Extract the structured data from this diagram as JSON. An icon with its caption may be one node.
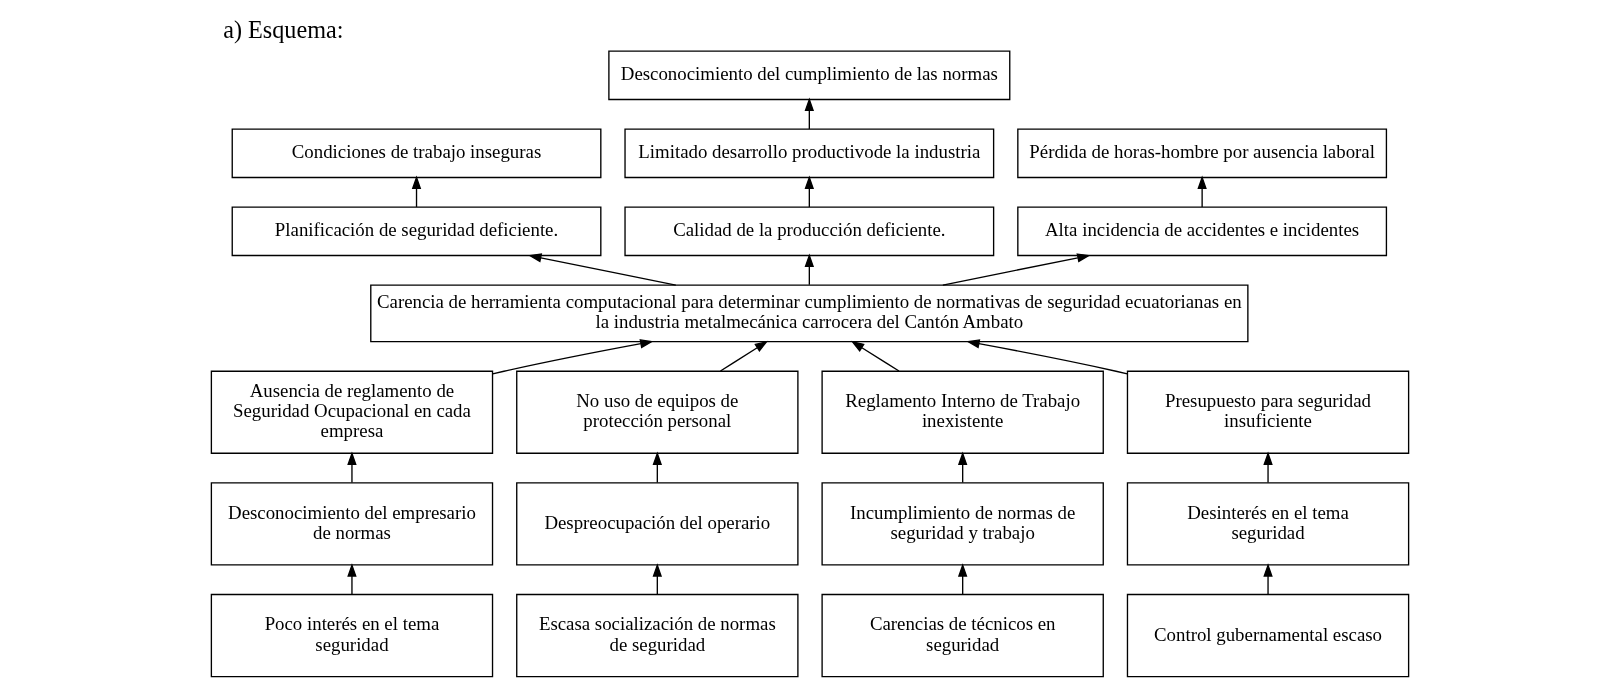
{
  "diagram": {
    "title": "a) Esquema:",
    "nodes": [
      {
        "text": [
          "Desconocimiento del cumplimiento de las normas"
        ]
      },
      {
        "text": [
          "Condiciones de trabajo inseguras"
        ]
      },
      {
        "text": [
          "Limitado desarrollo productivode la industria"
        ]
      },
      {
        "text": [
          "Pérdida de horas-hombre por ausencia laboral"
        ]
      },
      {
        "text": [
          "Planificación de seguridad deficiente."
        ]
      },
      {
        "text": [
          "Calidad de la producción deficiente."
        ]
      },
      {
        "text": [
          "Alta incidencia de accidentes e incidentes"
        ]
      },
      {
        "text": [
          "Carencia de herramienta computacional para determinar cumplimiento de normativas de seguridad ecuatorianas en la industria metalmecánica carrocera del Cantón Ambato"
        ]
      },
      {
        "text": [
          "Ausencia de reglamento de Seguridad Ocupacional en cada empresa"
        ]
      },
      {
        "text": [
          "No uso de equipos de protección personal"
        ]
      },
      {
        "text": [
          "Reglamento Interno de Trabajo inexistente"
        ]
      },
      {
        "text": [
          "Presupuesto para seguridad insuficiente"
        ]
      },
      {
        "text": [
          "Desconocimiento del empresario de normas"
        ]
      },
      {
        "text": [
          "Despreocupación del operario"
        ]
      },
      {
        "text": [
          "Incumplimiento de normas de seguridad y trabajo"
        ]
      },
      {
        "text": [
          "Desinterés en el tema seguridad"
        ]
      },
      {
        "text": [
          "Poco interés en el tema seguridad"
        ]
      },
      {
        "text": [
          "Escasa socialización de normas de seguridad"
        ]
      },
      {
        "text": [
          "Carencias de técnicos en seguridad"
        ]
      },
      {
        "text": [
          "Control gubernamental escaso"
        ]
      }
    ],
    "edges": [
      {
        "from": 4,
        "to": 1,
        "arrow": "to"
      },
      {
        "from": 2,
        "to": 0,
        "arrow": "to"
      },
      {
        "from": 5,
        "to": 2,
        "arrow": "to"
      },
      {
        "from": 6,
        "to": 3,
        "arrow": "to"
      },
      {
        "from": 7,
        "to": 4,
        "arrow": "to"
      },
      {
        "from": 7,
        "to": 5,
        "arrow": "to"
      },
      {
        "from": 7,
        "to": 6,
        "arrow": "to"
      },
      {
        "from": 8,
        "to": 7,
        "arrow": "to"
      },
      {
        "from": 9,
        "to": 7,
        "arrow": "to"
      },
      {
        "from": 10,
        "to": 7,
        "arrow": "to"
      },
      {
        "from": 11,
        "to": 7,
        "arrow": "to"
      },
      {
        "from": 12,
        "to": 8,
        "arrow": "to"
      },
      {
        "from": 13,
        "to": 9,
        "arrow": "to"
      },
      {
        "from": 14,
        "to": 10,
        "arrow": "to"
      },
      {
        "from": 15,
        "to": 11,
        "arrow": "to"
      },
      {
        "from": 16,
        "to": 12,
        "arrow": "to"
      },
      {
        "from": 17,
        "to": 13,
        "arrow": "to"
      },
      {
        "from": 18,
        "to": 14,
        "arrow": "to"
      },
      {
        "from": 19,
        "to": 15,
        "arrow": "to"
      }
    ]
  }
}
